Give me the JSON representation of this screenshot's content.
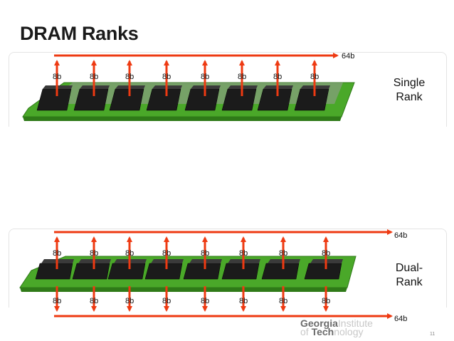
{
  "slide": {
    "title": "DRAM Ranks",
    "page_number": "11"
  },
  "single_rank": {
    "label_line1": "Single",
    "label_line2": "Rank",
    "bus_width": "64b",
    "chip_width": "8b",
    "chip_count": 8
  },
  "dual_rank": {
    "label_line1": "Dual-",
    "label_line2": "Rank",
    "bus_width_top": "64b",
    "bus_width_bottom": "64b",
    "chip_width": "8b",
    "chip_count_per_side": 8
  },
  "footer": {
    "logo_line1_bold": "Georgia",
    "logo_line1_light": "Institute",
    "logo_line2_light_a": "of ",
    "logo_line2_bold": "Tech",
    "logo_line2_light_b": "nology"
  },
  "colors": {
    "arrow": "#ee3a12",
    "pcb": "#4aa829",
    "chip": "#1b1b1b"
  }
}
